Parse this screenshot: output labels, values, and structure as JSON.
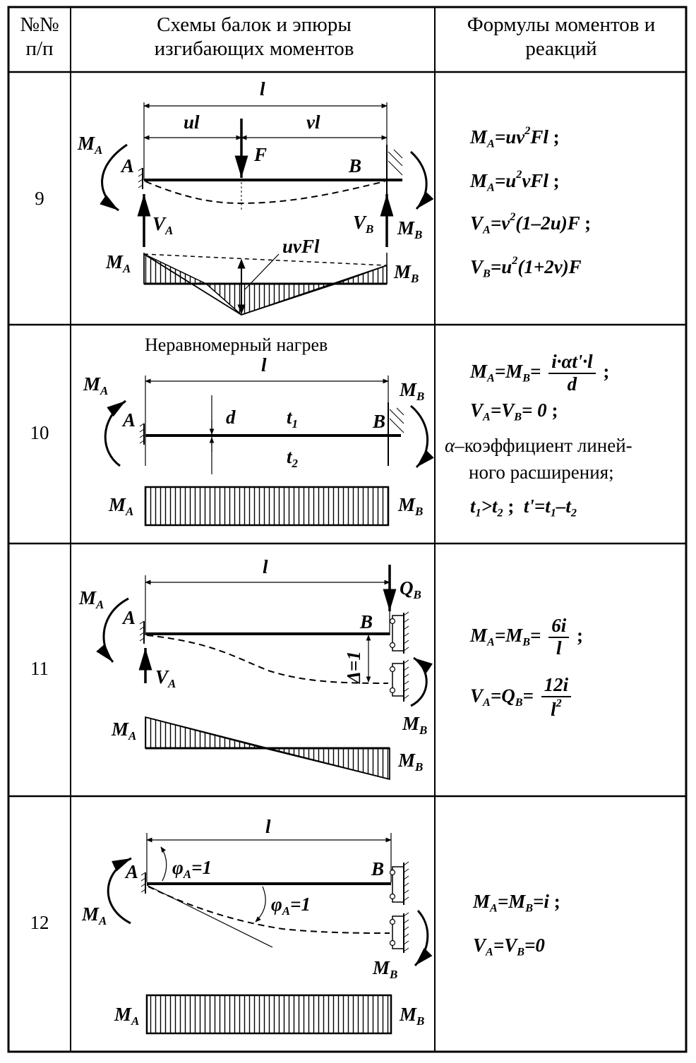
{
  "header": {
    "col1": "№№ п/п",
    "col2": "Схемы балок и эпюры изгибающих моментов",
    "col3": "Формулы моментов и реакций"
  },
  "rows": [
    {
      "number": "9"
    },
    {
      "number": "10",
      "caption": "Неравномерный нагрев",
      "note1": "–коэффициент линей-",
      "note2": "ного расширения;"
    },
    {
      "number": "11"
    },
    {
      "number": "12"
    }
  ],
  "labels": {
    "l": "l",
    "ul": "ul",
    "vl": "vl",
    "F": "F",
    "A": "A",
    "B": "B",
    "M": "M",
    "V": "V",
    "uvFl": "uvFl",
    "d": "d",
    "t": "t",
    "Q": "Q",
    "delta1": "Δ=1",
    "phiA1": "φ",
    "alpha": "α"
  },
  "colors": {
    "ink": "#000000",
    "paper": "#ffffff"
  }
}
